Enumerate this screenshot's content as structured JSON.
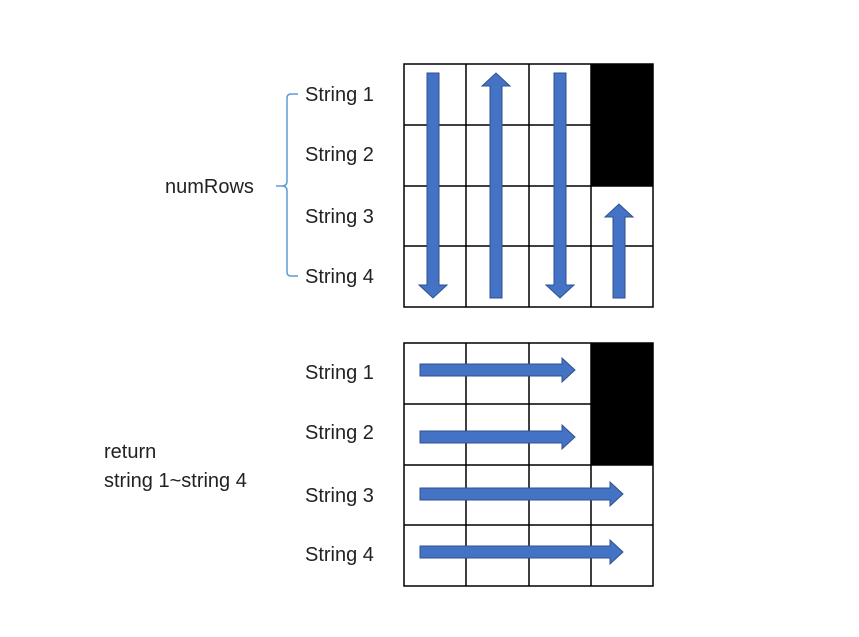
{
  "top": {
    "group_label": "numRows",
    "row_labels": [
      "String 1",
      "String 2",
      "String 3",
      "String 4"
    ]
  },
  "bottom": {
    "return_line1": "return",
    "return_line2": "string 1~string 4",
    "row_labels": [
      "String 1",
      "String 2",
      "String 3",
      "String 4"
    ]
  },
  "colors": {
    "arrow_fill": "#4472C4",
    "arrow_stroke": "#2F528F",
    "grid_line": "#000000",
    "filled_cell": "#000000",
    "brace": "#5B9BD5"
  }
}
